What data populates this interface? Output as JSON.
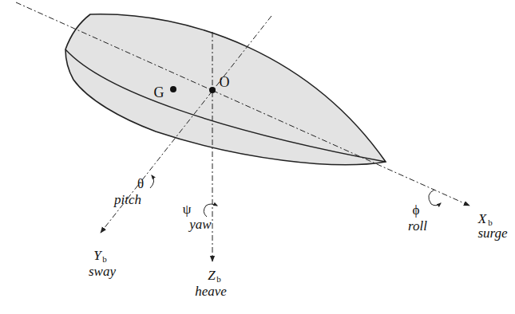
{
  "diagram": {
    "labels": [
      "G",
      "O",
      "θ",
      "pitch",
      "ψ",
      "yaw",
      "ϕ",
      "roll",
      "X",
      "b",
      "surge",
      "Y",
      "b",
      "sway",
      "Z",
      "b",
      "heave"
    ]
  }
}
